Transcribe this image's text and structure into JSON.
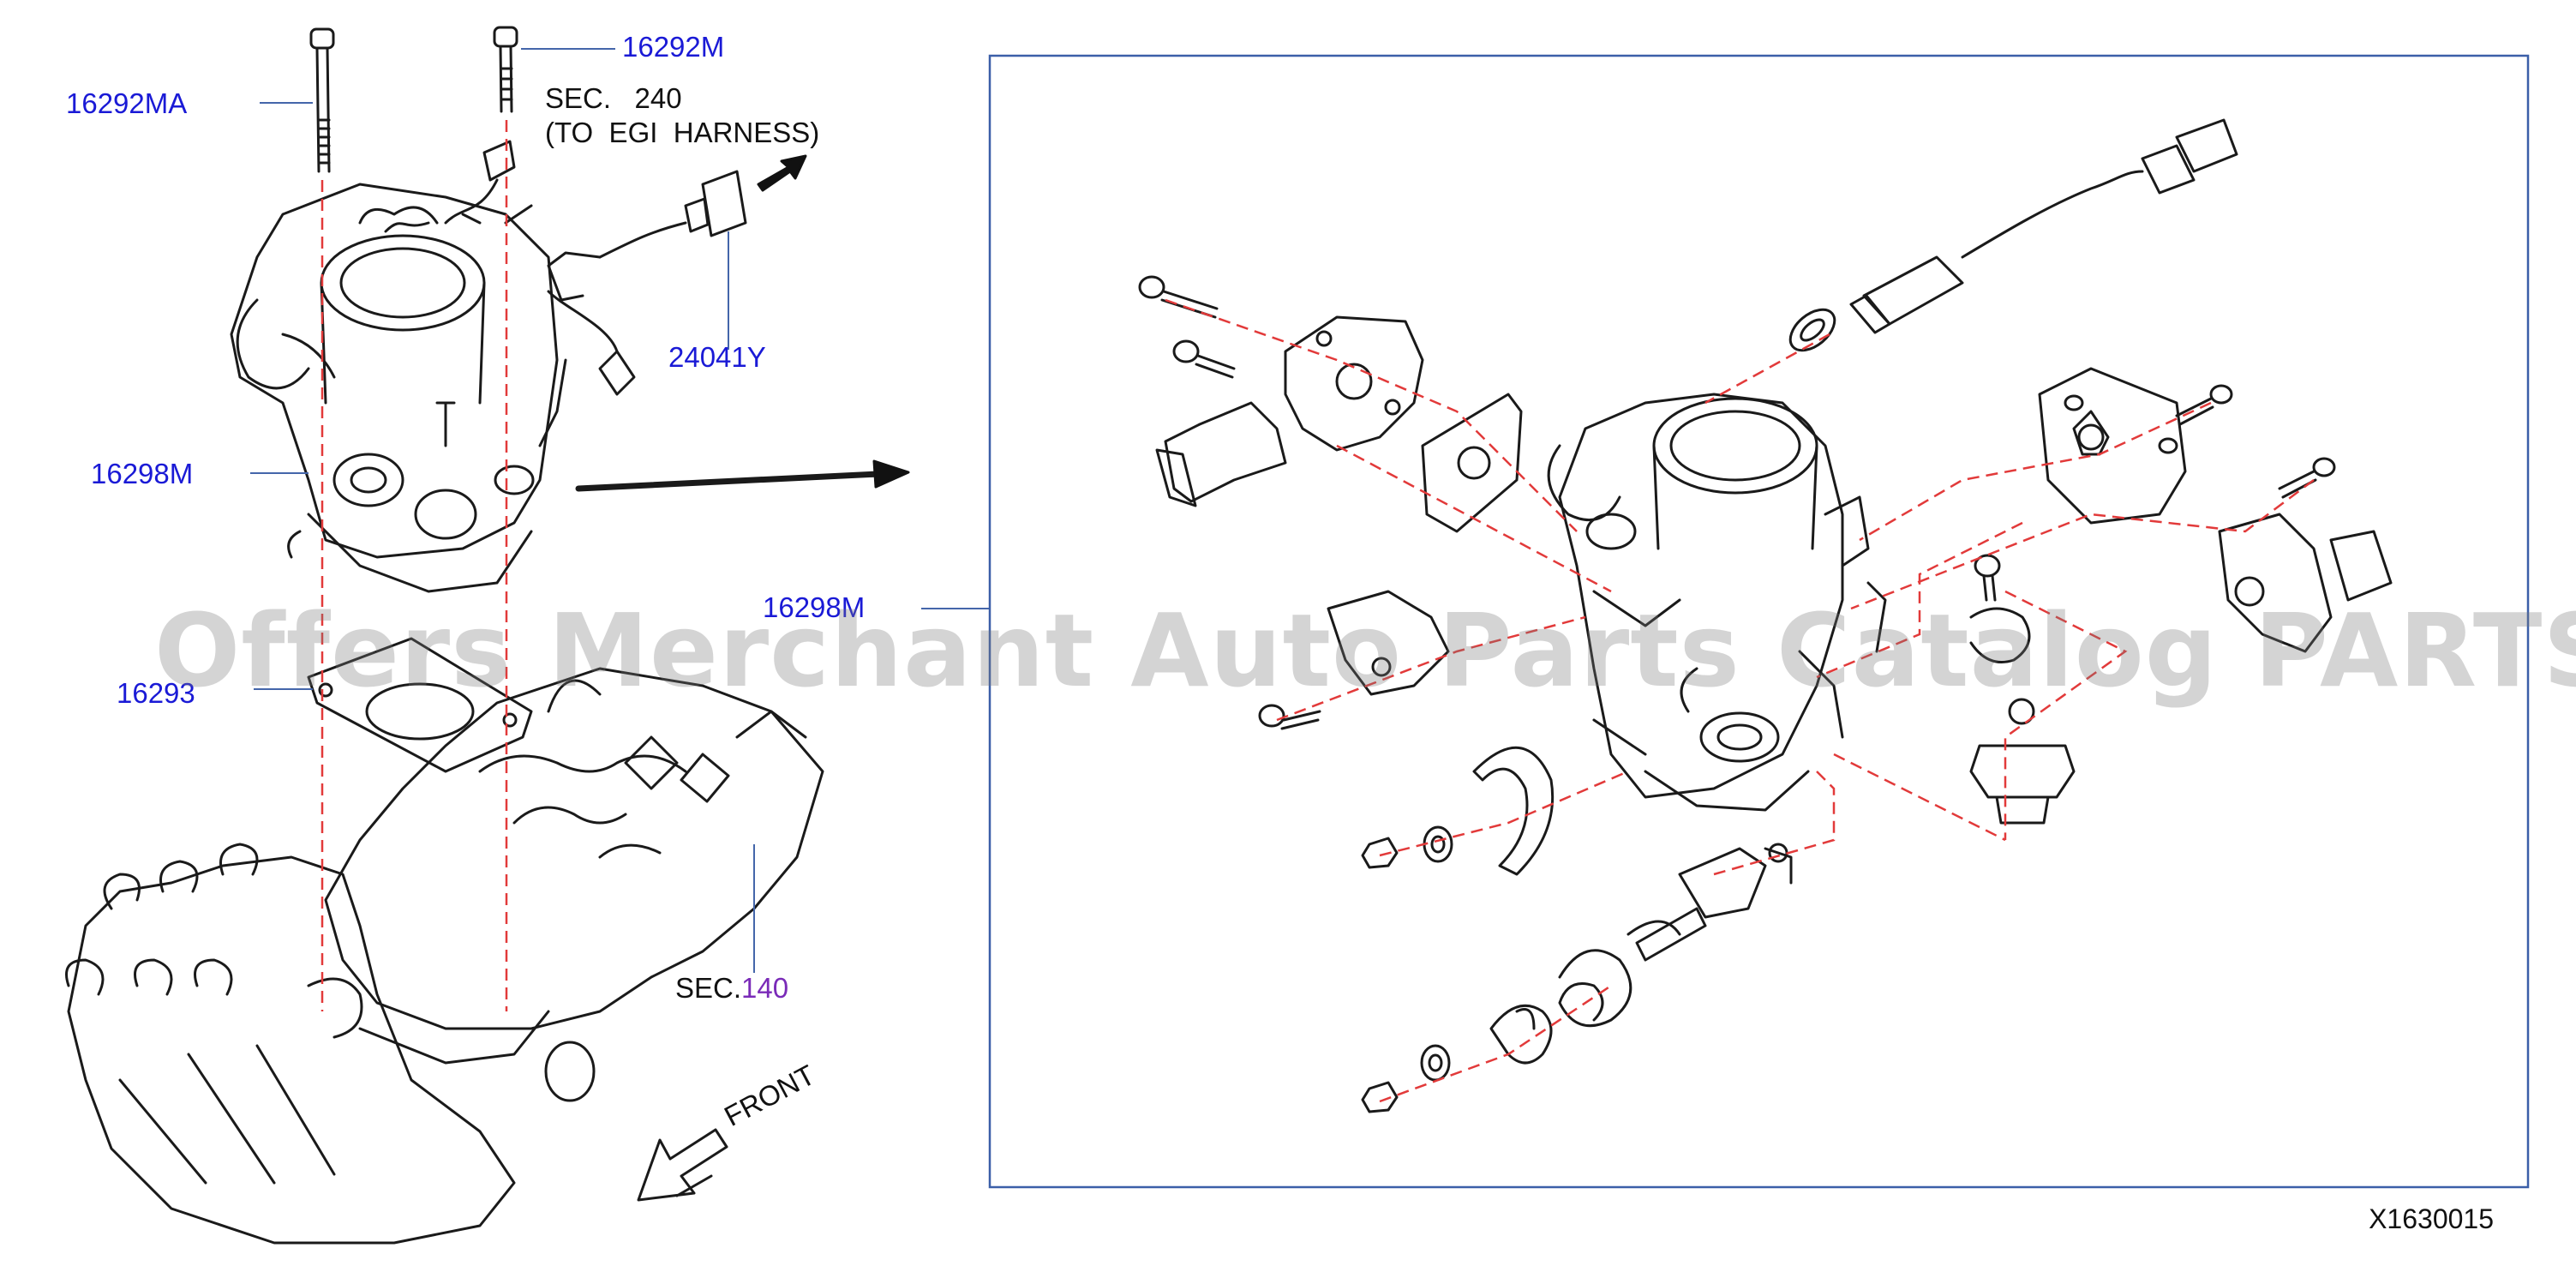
{
  "labels": {
    "bolt_long": "16292MA",
    "bolt_short": "16292M",
    "sec240_line1": "SEC.   240",
    "sec240_line2": "(TO  EGI  HARNESS)",
    "harness": "24041Y",
    "throttle_body_left": "16298M",
    "throttle_body_detail": "16298M",
    "gasket": "16293",
    "sec140_prefix": "SEC.",
    "sec140_num": "140",
    "front": "FRONT"
  },
  "diagram_code": "X1630015",
  "watermark": "Offers Merchant Auto Parts Catalog PARTSTORE.SA",
  "colors": {
    "part_number": "#1a1ad6",
    "section_number": "#7a2bb8",
    "leader_red": "#e23a3a",
    "frame": "#3b5fa8",
    "linework": "#1a1a1a"
  }
}
